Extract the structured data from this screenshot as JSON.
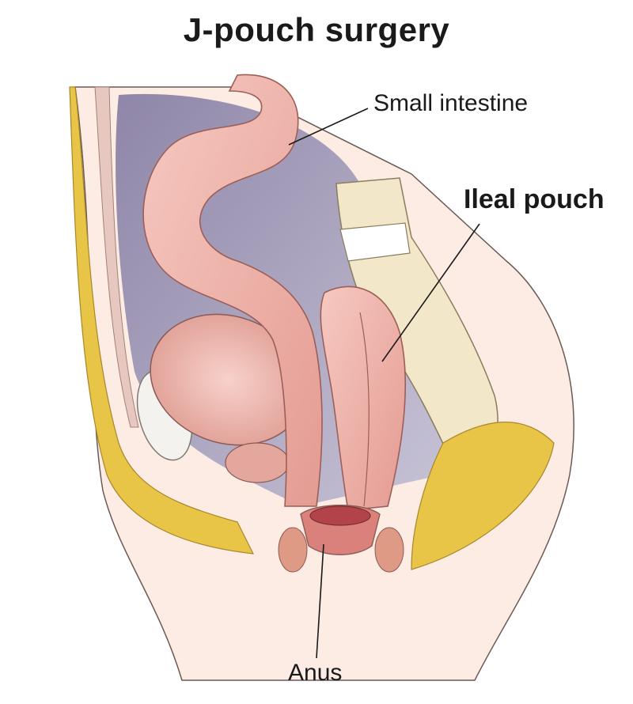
{
  "title": "J-pouch surgery",
  "labels": {
    "small_intestine": "Small intestine",
    "ileal_pouch": "Ileal pouch",
    "anus": "Anus"
  },
  "colors": {
    "intestine": "#f0b3ab",
    "intestine_dark": "#c97a72",
    "fat": "#e8c547",
    "bone": "#f3e7c9",
    "cavity": "#7a6f94",
    "skin": "#fde6dc"
  }
}
